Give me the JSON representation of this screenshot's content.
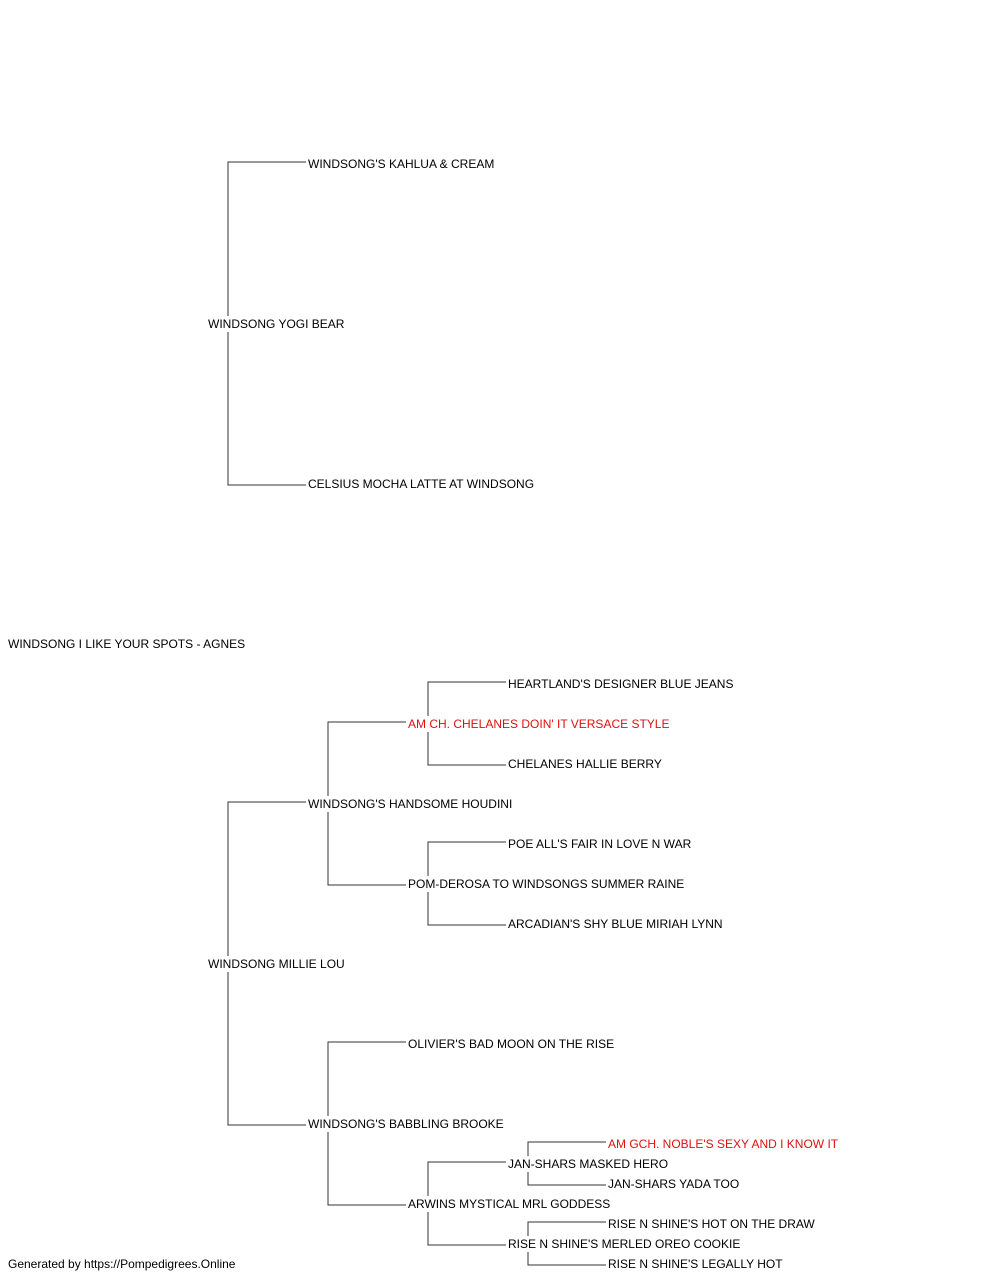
{
  "subject": "WINDSONG I LIKE YOUR SPOTS - AGNES",
  "sire": "WINDSONG YOGI BEAR",
  "sire_sire": "WINDSONG'S KAHLUA & CREAM",
  "sire_dam": "CELSIUS MOCHA LATTE AT WINDSONG",
  "dam": "WINDSONG MILLIE LOU",
  "dam_sire": "WINDSONG'S HANDSOME HOUDINI",
  "dam_sire_sire": "AM CH. CHELANES DOIN' IT VERSACE STYLE",
  "dam_sire_sire_sire": "HEARTLAND'S DESIGNER BLUE JEANS",
  "dam_sire_sire_dam": "CHELANES HALLIE BERRY",
  "dam_sire_dam": "POM-DEROSA TO WINDSONGS SUMMER RAINE",
  "dam_sire_dam_sire": "POE ALL'S FAIR IN LOVE N WAR",
  "dam_sire_dam_dam": "ARCADIAN'S SHY BLUE MIRIAH LYNN",
  "dam_dam": "WINDSONG'S BABBLING BROOKE",
  "dam_dam_sire": "OLIVIER'S BAD MOON ON THE RISE",
  "dam_dam_dam": "ARWINS MYSTICAL MRL GODDESS",
  "dam_dam_dam_sire": "JAN-SHARS MASKED HERO",
  "dam_dam_dam_sire_sire": "AM GCH. NOBLE'S SEXY AND I KNOW IT",
  "dam_dam_dam_sire_dam": "JAN-SHARS YADA TOO",
  "dam_dam_dam_dam": "RISE N SHINE'S MERLED OREO COOKIE",
  "dam_dam_dam_dam_sire": "RISE N SHINE'S HOT ON THE DRAW",
  "dam_dam_dam_dam_dam": "RISE N SHINE'S LEGALLY HOT",
  "footer": "Generated by https://Pompedigrees.Online",
  "colors": {
    "titled": "#e01010",
    "line": "#333333",
    "text": "#000000"
  }
}
